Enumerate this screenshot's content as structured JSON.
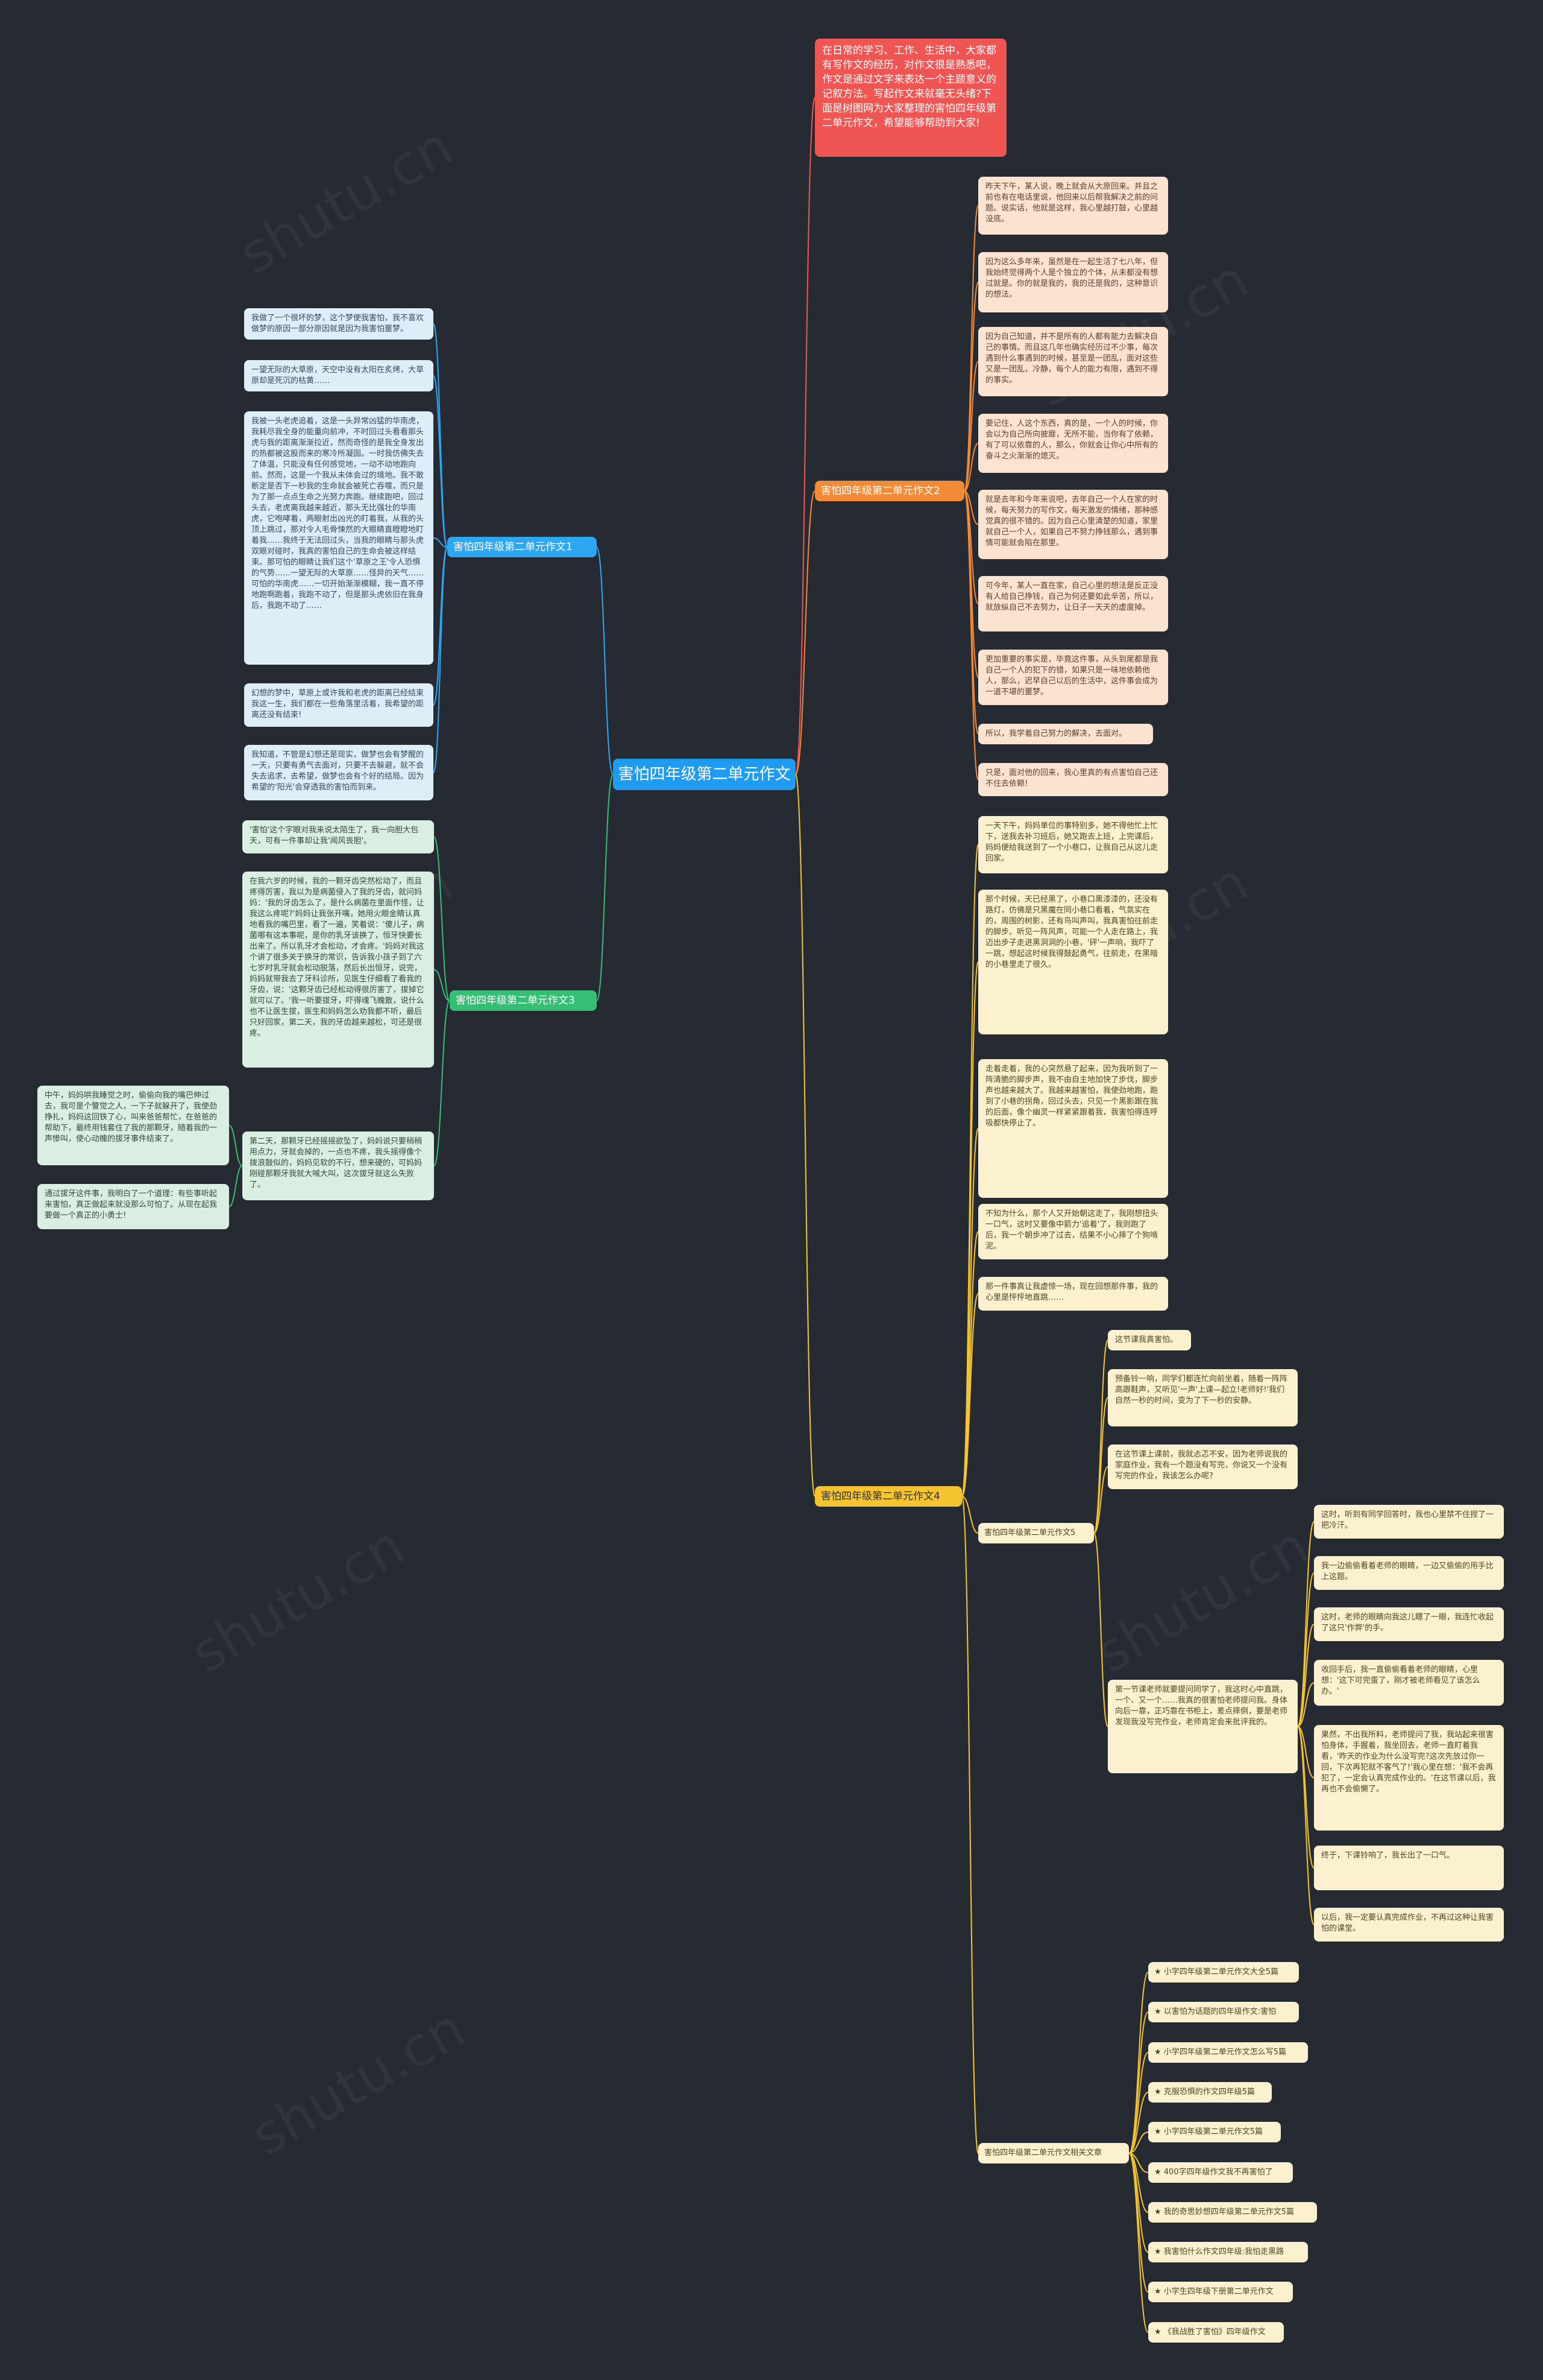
{
  "colors": {
    "background": "#262a33",
    "root": "#1f9bf0",
    "intro": "#ef5552",
    "branch1": "#2ea7f2",
    "branch2": "#f28a36",
    "branch3": "#34bf74",
    "branch4": "#f6c42e"
  },
  "root": {
    "label": "害怕四年级第二单元作文"
  },
  "intro": {
    "text": "在日常的学习、工作、生活中，大家都有写作文的经历，对作文很是熟悉吧，作文是通过文字来表达一个主题意义的记叙方法。写起作文来就毫无头绪?下面是树图网为大家整理的害怕四年级第二单元作文，希望能够帮助到大家!"
  },
  "branch1": {
    "label": "害怕四年级第二单元作文1",
    "leaves": [
      "我做了一个很坏的梦，这个梦使我害怕，我不喜欢做梦的原因一部分原因就是因为我害怕噩梦。",
      "一望无际的大草原，天空中没有太阳在炙烤，大草原却是死沉的枯黄……",
      "我被一头老虎追着，这是一头异常凶猛的华南虎，我耗尽我全身的能量向前冲，不时回过头看看那头虎与我的距离渐渐拉近，然而奇怪的是我全身发出的热都被这股而来的寒冷所凝固。一时我仿佛失去了体温，只能没有任何感觉地，一动不动地跑向前。然而，这是一个我从未体会过的境地。我不敢断定是否下一秒我的生命就会被死亡吞噬，而只是为了那一点点生命之光努力奔跑。继续跑吧，回过头去，老虎离我越来越近，那头无比强壮的华南虎，它咆哮着，两眼射出凶光的盯着我，从我的头顶上跳过，那对令人毛骨悚然的大眼睛直瞪瞪地盯着我……我终于无法回过头，当我的眼睛与那头虎双眼对碰时，我真的害怕自己的生命会被这样结束。那可怕的眼睛让我们这个'草原之王'令人恐惧的气势……一望无际的大草原……怪异的天气……可怕的华南虎……一切开始渐渐模糊，我一直不停地跑啊跑着，我跑不动了，但是那头虎依旧在我身后，我跑不动了……",
      "幻想的梦中，草原上或许我和老虎的距离已经结束我这一生，我们都在一些角落里活着，我希望的距离还没有结束!",
      "我知道，不管是幻想还是现实，做梦也会有梦醒的一天，只要有勇气去面对，只要不去躲避，就不会失去追求，去希望，做梦也会有个好的结局。因为希望的'阳光'会穿透我的害怕而到来。"
    ]
  },
  "branch3": {
    "label": "害怕四年级第二单元作文3",
    "leaves": [
      "'害怕'这个字眼对我来说太陌生了，我一向胆大包天，可有一件事却让我'闻风丧胆'。",
      "在我六岁的时候，我的一颗牙齿突然松动了，而且疼得厉害，我以为是病菌侵入了我的牙齿，就问妈妈：'我的牙齿怎么了，是什么病菌在里面作怪，让我这么疼呢?'妈妈让我张开嘴，她用火眼金睛认真地看我的嘴巴里，看了一遍，笑着说：'傻儿子，病菌哪有这本事呢，是你的乳牙该换了，恒牙快要长出来了。所以乳牙才会松动，才会疼。'妈妈对我这个讲了很多关于换牙的常识，告诉我小孩子到了六七岁时乳牙就会松动脱落，然后长出恒牙，说完，妈妈就带我去了牙科诊所，见医生仔细看了看我的牙齿，说：'这颗牙齿已经松动得很厉害了，拔掉它就可以了。'我一听要拔牙，吓得魂飞魄散，说什么也不让医生拔，医生和妈妈怎么劝我都不听，最后只好回家，第二天，我的牙齿越来越松，可还是很疼。",
      "第二天，那颗牙已经摇摇欲坠了，妈妈说只要稍稍用点力，牙就会掉的，一点也不疼，我头摇得像个拨浪鼓似的，妈妈见软的不行，想来硬的，可妈妈刚碰那颗牙我就大喊大叫，这次拔牙就这么失败了。"
    ],
    "subleaves": [
      "中午，妈妈哄我睡觉之时，偷偷向我的嘴巴伸过去，我可是个警觉之人，一下子就躲开了，我使劲挣扎，妈妈这回铁了心，叫来爸爸帮忙，在爸爸的帮助下，最终用钱套住了我的那颗牙，随着我的一声惨叫，使心动魄的拔牙事件结束了。",
      "通过拔牙这件事，我明白了一个道理：有些事听起来害怕，真正做起来就没那么可怕了。从现在起我要做一个真正的小勇士!"
    ]
  },
  "branch2": {
    "label": "害怕四年级第二单元作文2",
    "leaves": [
      "昨天下午，某人说，晚上就会从大原回来。并且之前也有在电话里说，他回来以后帮我解决之前的问题。说实话，他就是这样，我心里越打鼓，心里越没底。",
      "因为这么多年来，虽然是在一起生活了七八年，但我始终觉得两个人是个独立的个体，从未都没有想过就是。你的就是我的，我的还是我的，这种意识的想法。",
      "因为自己知道，并不是所有的人都有能力去解决自己的事情。而且这几年也确实经历过不少事，每次遇到什么事遇到的时候，甚至是一团乱，面对这些又是一团乱，冷静，每个人的能力有限，遇到不得的事实。",
      "要记住，人这个东西，真的是，一个人的时候，你会以为自己所向披靡，无所不能，当你有了依赖，有了可以依靠的人，那么，你就会让你心中所有的奋斗之火渐渐的熄灭。",
      "就是去年和今年来说吧，去年自己一个人在家的时候，每天努力的写作文，每天激发的情绪，那种感觉真的很不错的。因为自己心里清楚的知道，家里就自己一个人，如果自己不努力挣钱那么，遇到事情可能就会陷在那里。",
      "可今年，某人一直在家，自己心里的想法是反正没有人给自己挣钱，自己为何还要如此辛苦，所以，就放纵自己不去努力，让日子一天天的虚度掉。",
      "更加重要的事实是，毕竟这件事，从头到尾都是我自己一个人的犯下的错，如果只是一味地依赖他人，那么，迟早自己以后的生活中，这件事会成为一道不堪的噩梦。",
      "所以，我学着自己努力的解决，去面对。",
      "只是，面对他的回来，我心里真的有点害怕自己还不住去依赖!"
    ]
  },
  "branch4": {
    "label": "害怕四年级第二单元作文4",
    "leaves": [
      "一天下午，妈妈单位的事特别多，她不得他忙上忙下，送我去补习班后，她又跑去上班，上完课后，妈妈便给我送到了一个小巷口，让我自己从这儿走回家。",
      "那个时候，天已经黑了，小巷口黑漆漆的，还没有路灯，仿佛是只黑魔在同小巷口看着，气氛实在的，周围的树影，还有鸟叫声叫，我真害怕往前走的脚步。听见一阵风声，可能一个人走在路上，我迈出步子走进黑洞洞的小巷，'砰'一声响，我吓了一跳，想起这时候我得鼓起勇气，往前走，在黑暗的小巷里走了很久。",
      "走着走着，我的心突然悬了起来，因为我听到了一阵清脆的脚步声，我不由自主地加快了步伐，脚步声也越来越大了。我越来越害怕，我使劲地跑，跑到了小巷的拐角，回过头去，只见一个黑影跟在我的后面，像个幽灵一样紧紧跟着我，我害怕得连呼吸都快停止了。",
      "不知为什么，那个人又开始朝这走了，我刚想扭头一口气，这时又要像中箭力'追着'了，我则跑了后，我一个朝步冲了过去，结果不小心摔了个狗啃泥。",
      "那一件事真让我虚惊一场，现在回想那件事，我的心里是怦怦地直跳……"
    ],
    "sub5": {
      "label": "害怕四年级第二单元作文5",
      "leaves": [
        "这节课我真害怕。",
        "预备铃一响，同学们都连忙向前坐着，随着一阵阵高跟鞋声，又听见'一声'上课—起立!老师好!'我们自然一秒的时间，变为了下一秒的安静。",
        "在这节课上课前，我就忐忑不安，因为老师说我的家庭作业，我有一个题没有写完，你说又一个没有写完的作业，我该怎么办呢?",
        "第一节课老师就要提问同学了，我这时心中直跳，一个、又一个……我真的很害怕老师提问我。身体向后一靠，正巧靠在书柜上，差点摔倒，要是老师发现我没写完作业，老师肯定会来批评我的。"
      ],
      "subleaves": [
        "这时，听到有同学回答时，我也心里禁不住捏了一把冷汗。",
        "我一边偷偷看着老师的眼睛，一边又偷偷的用手比上这题。",
        "这时，老师的眼睛向我这儿瞟了一眼，我连忙收起了这只'作弊'的手。",
        "收回手后，我一直偷偷看着老师的眼睛，心里想：'这下可完蛋了，刚才被老师看见了该怎么办。'",
        "果然，不出我所料，老师提问了我，我站起来很害怕身体，手握着，我坐回去，老师一直盯着我看，'昨天的作业为什么没写完?这次先放过你一回，下次再犯就不客气了!'我心里在想：'我不会再犯了，一定会认真完成作业的。'在这节课以后，我再也不会偷懒了。",
        "终于，下课铃响了，我长出了一口气。",
        "以后，我一定要认真完成作业，不再过这种让我害怕的课堂。"
      ]
    },
    "related": {
      "label": "害怕四年级第二单元作文相关文章",
      "items": [
        "★ 小学四年级第二单元作文大全5篇",
        "★ 以害怕为话题的四年级作文:害怕",
        "★ 小学四年级第二单元作文怎么写5篇",
        "★ 克服恐惧的作文四年级5篇",
        "★ 小学四年级第二单元作文5篇",
        "★ 400字四年级作文我不再害怕了",
        "★ 我的奇思妙想四年级第二单元作文5篇",
        "★ 我害怕什么作文四年级:我怕走黑路",
        "★ 小学生四年级下册第二单元作文",
        "★ 《我战胜了害怕》四年级作文"
      ]
    }
  }
}
